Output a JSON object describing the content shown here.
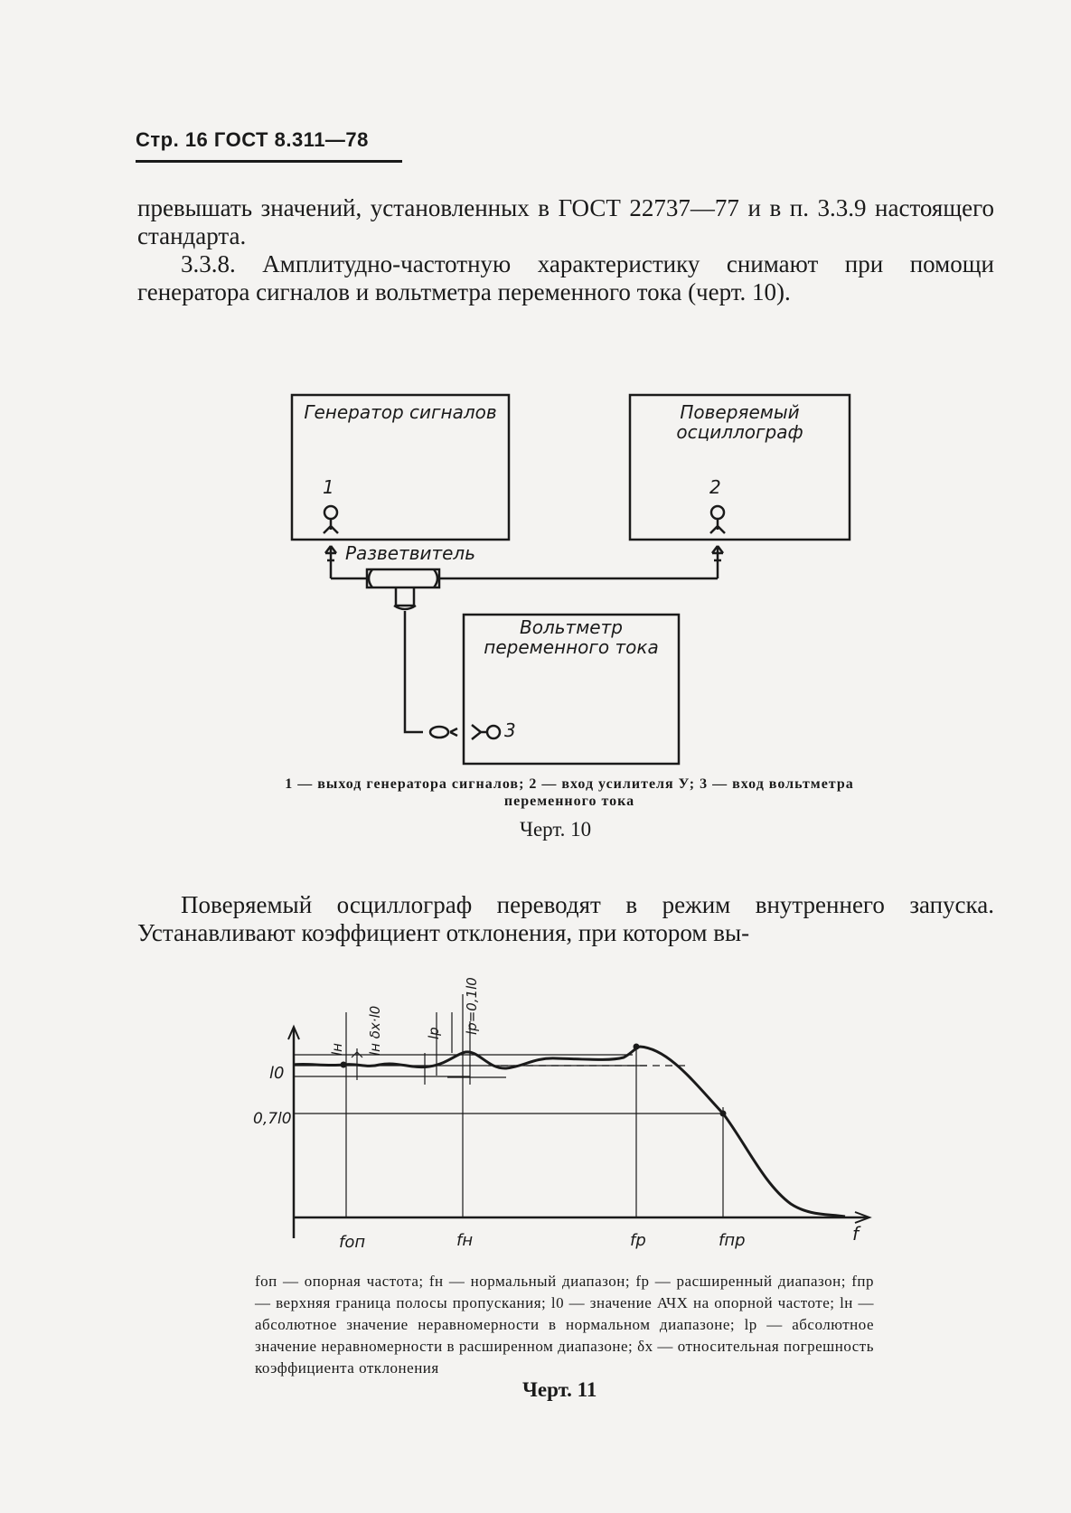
{
  "header": {
    "title": "Стр. 16 ГОСТ 8.311—78"
  },
  "paragraphs": {
    "p1": "превышать значений, установленных в ГОСТ 22737—77 и в п. 3.3.9 настоящего стандарта.",
    "p2": "3.3.8. Амплитудно-частотную характеристику снимают при помощи генератора сигналов и вольтметра переменного тока (черт. 10).",
    "p3": "Поверяемый осциллограф переводят в режим внутреннего запуска. Устанавливают коэффициент отклонения, при котором вы-"
  },
  "figure10": {
    "generator_label": "Генератор сигналов",
    "oscilloscope_label": "Поверяемый осциллограф",
    "voltmeter_label": "Вольтметр переменного тока",
    "splitter_label": "Разветвитель",
    "port1": "1",
    "port2": "2",
    "port3": "3",
    "caption": "1 — выход генератора сигналов; 2 — вход усилителя У; 3 — вход вольтметра переменного тока",
    "title": "Черт. 10"
  },
  "figure11": {
    "y_label_l0": "l0",
    "y_label_07": "0,7l0",
    "x_label_fop": "fоп",
    "x_label_fn": "fн",
    "x_label_fp": "fр",
    "x_label_fpr": "fпр",
    "x_label_f": "f",
    "dim_ln": "lн",
    "dim_delta": "lн δx·l0",
    "dim_lp": "lр",
    "dim_lp01": "lр=0,1l0",
    "caption": "fоп — опорная частота; fн — нормальный диапазон; fр — расширенный диапазон; fпр — верхняя граница полосы пропускания; l0 — значение АЧХ на опорной частоте; lн — абсолютное значение неравномерности в нормальном диапазоне; lр — абсолютное значение неравномерности в расширенном диапазоне; δx — относительная погрешность коэффициента отклонения",
    "title": "Черт. 11"
  }
}
